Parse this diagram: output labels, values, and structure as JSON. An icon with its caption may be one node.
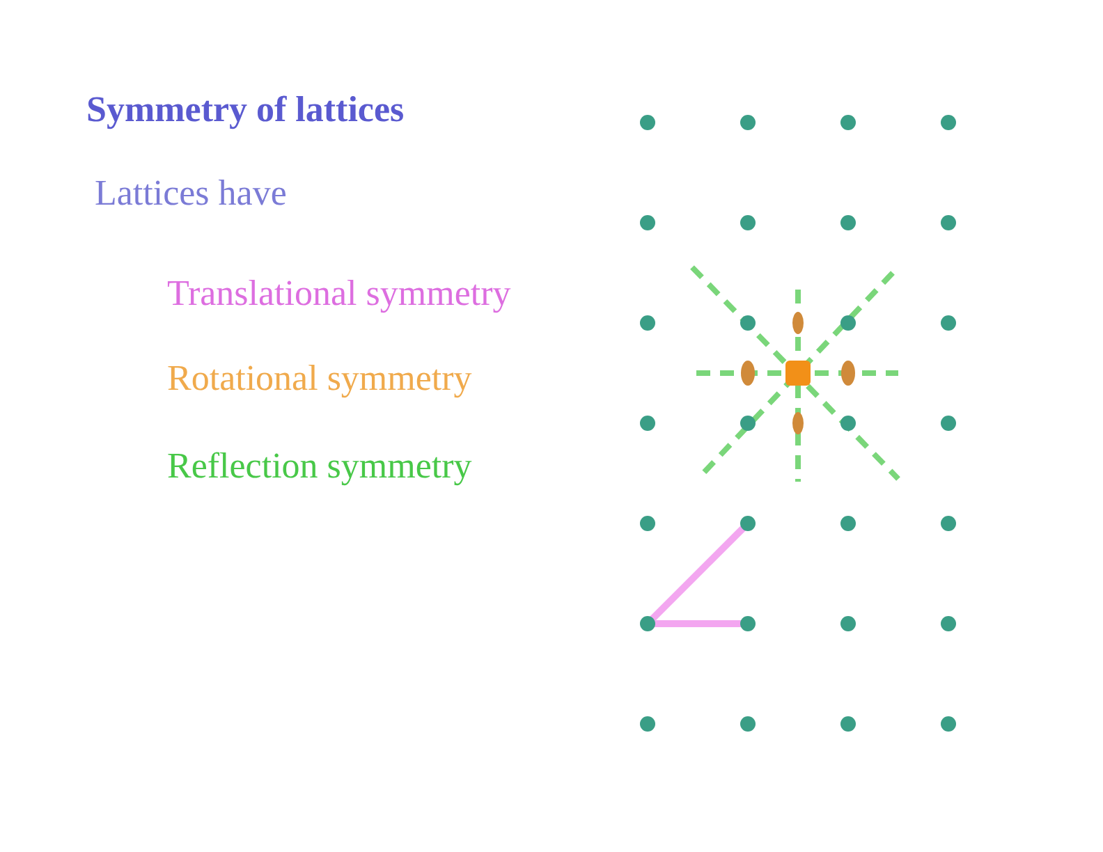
{
  "diagram": {
    "title": "Symmetry of lattices",
    "labels": [
      "Lattices have",
      "Translational symmetry",
      "Rotational symmetry",
      "Reflection symmetry"
    ]
  }
}
